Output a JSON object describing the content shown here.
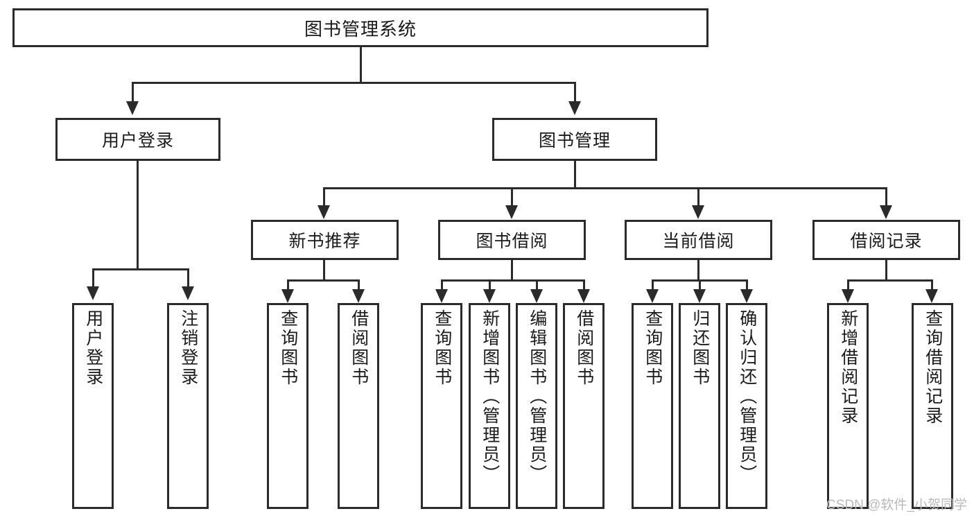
{
  "diagram": {
    "type": "tree-hierarchy-flowchart",
    "root": {
      "label": "图书管理系统"
    },
    "level2": [
      {
        "label": "用户登录"
      },
      {
        "label": "图书管理"
      }
    ],
    "level3": [
      {
        "label": "新书推荐"
      },
      {
        "label": "图书借阅"
      },
      {
        "label": "当前借阅"
      },
      {
        "label": "借阅记录"
      }
    ],
    "leaves": {
      "user_login": [
        {
          "label": "用户登录"
        },
        {
          "label": "注销登录"
        }
      ],
      "new_book_recommend": [
        {
          "label": "查询图书"
        },
        {
          "label": "借阅图书"
        }
      ],
      "book_borrow": [
        {
          "label": "查询图书"
        },
        {
          "label": "新增图书（管理员）"
        },
        {
          "label": "编辑图书（管理员）"
        },
        {
          "label": "借阅图书"
        }
      ],
      "current_borrow": [
        {
          "label": "查询图书"
        },
        {
          "label": "归还图书"
        },
        {
          "label": "确认归还（管理员）"
        }
      ],
      "borrow_record": [
        {
          "label": "新增借阅记录"
        },
        {
          "label": "查询借阅记录"
        }
      ]
    }
  },
  "watermark": {
    "text": "CSDN @软件_小贺同学"
  },
  "colors": {
    "stroke": "#2b2b2b",
    "background": "#ffffff",
    "text": "#1a1a1a",
    "watermark": "#b9b9b9"
  }
}
